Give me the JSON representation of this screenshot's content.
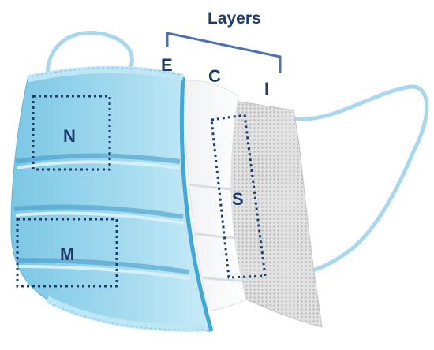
{
  "diagram": {
    "title": "Layers",
    "layer_labels": {
      "outer": "E",
      "middle": "C",
      "inner": "I"
    },
    "region_labels": {
      "nose": "N",
      "mouth": "M",
      "side": "S"
    },
    "colors": {
      "label_text": "#1e3b6e",
      "bracket": "#4a72b0",
      "mask_blue": "#8cd0ea",
      "mask_blue_dark": "#4aa6cf",
      "strap": "#a9d7ee",
      "white_layer": "#f6f7f8",
      "mesh_layer": "#d4d4d4",
      "dotted_box": "#1e3b6e"
    }
  }
}
